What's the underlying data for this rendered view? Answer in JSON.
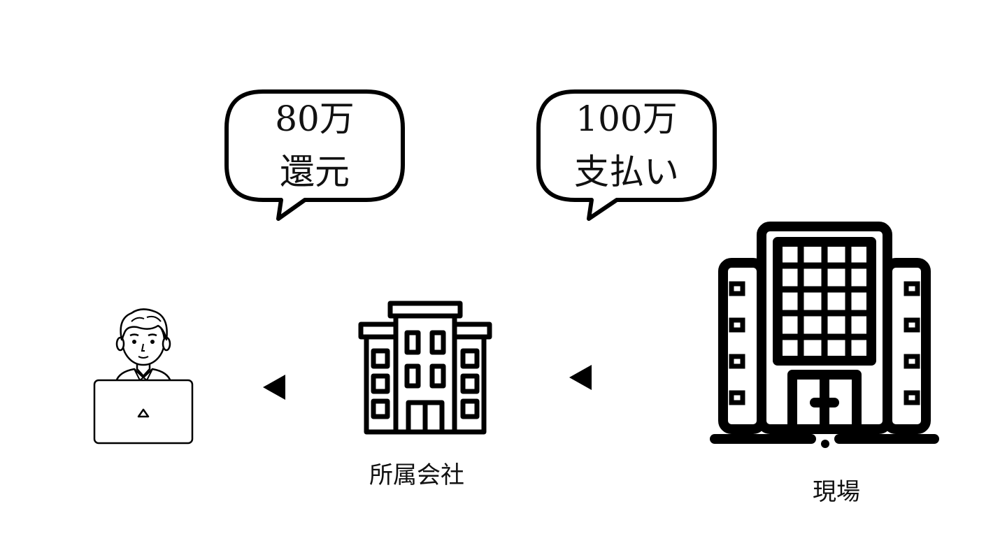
{
  "bubbles": {
    "refund": {
      "amount": "80万",
      "action": "還元"
    },
    "payment": {
      "amount": "100万",
      "action": "支払い"
    }
  },
  "labels": {
    "company": "所属会社",
    "site": "現場"
  },
  "icons": {
    "worker": "person-with-laptop-icon",
    "company": "small-office-building-icon",
    "site": "large-office-building-icon",
    "arrows": "left-triangle-arrow-icon"
  }
}
